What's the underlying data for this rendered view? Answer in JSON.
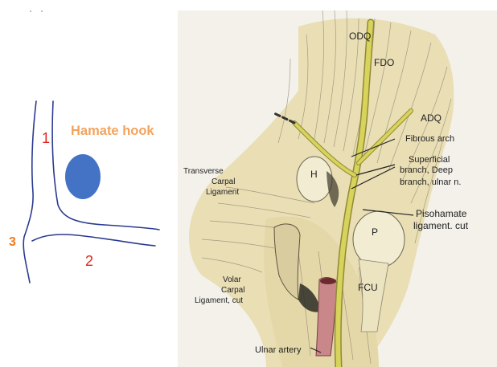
{
  "left_diagram": {
    "labels": {
      "one": "1",
      "two": "2",
      "three": "3",
      "hamate_hook": "Hamate hook"
    },
    "colors": {
      "lines": "#2b3a8f",
      "circle": "#4472c4",
      "number_red": "#e0251b",
      "number_orange": "#f07a1a",
      "hamate_text": "#f4a35c"
    }
  },
  "illustration": {
    "labels": {
      "odq": "ODQ",
      "fdo": "FDO",
      "adq": "ADQ",
      "fibrous_arch": "Fibrous arch",
      "superficial_1": "Superficial",
      "superficial_2": "branch, Deep",
      "superficial_3": "branch, ulnar n.",
      "tcl_1": "Transverse",
      "tcl_2": "Carpal",
      "tcl_3": "Ligament",
      "h": "H",
      "p": "P",
      "piso_1": "Pisohamate",
      "piso_2": "ligament. cut",
      "volar_1": "Volar",
      "volar_2": "Carpal",
      "volar_3": "Ligament, cut",
      "fcu": "FCU",
      "ulnar_artery": "Ulnar artery"
    },
    "colors": {
      "paper": "#f3f1ea",
      "tissue": "#e9deb4",
      "nerve": "#d8d35a",
      "artery": "#c9878a",
      "bone": "#f1ecd2",
      "line": "#4a4a4a"
    }
  }
}
